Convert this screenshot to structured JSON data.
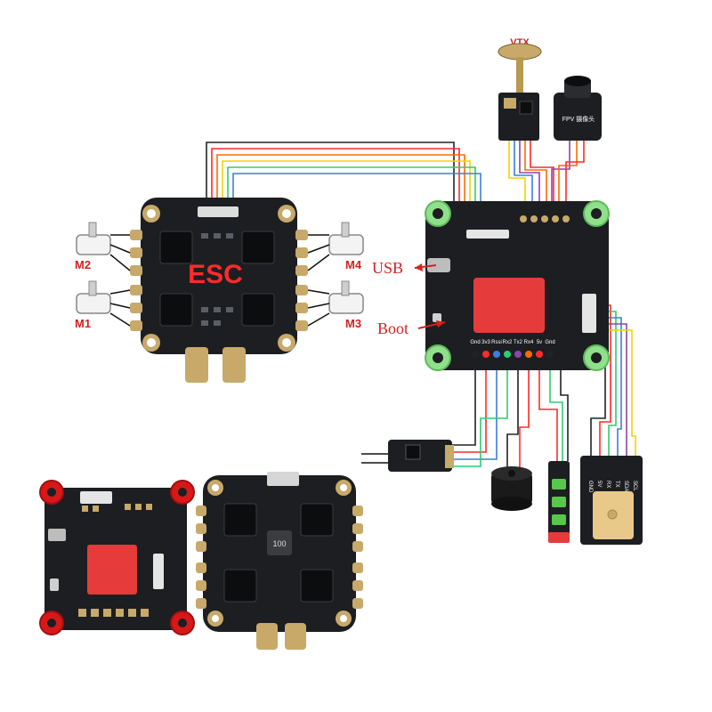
{
  "labels": {
    "vtx": "VTX",
    "fpv": "FPV 摄像头",
    "esc": "ESC",
    "usb": "USB",
    "boot": "Boot",
    "m1": "M1",
    "m2": "M2",
    "m3": "M3",
    "m4": "M4",
    "gps_pins": [
      "GND",
      "5V",
      "RX",
      "TX",
      "SDA",
      "SCL"
    ],
    "fc_bottom_pins": [
      "Gnd",
      "3v3",
      "Rssi",
      "Rx2",
      "Tx2",
      "Rx4",
      "5v",
      "Gnd"
    ],
    "esc_chip": "100"
  },
  "colors": {
    "board": "#1c1e22",
    "pad": "#c8a96a",
    "fc_red": "#e63b3b",
    "label_red": "#d62020",
    "esc_red": "#ff2a2a",
    "led_green": "#58c84a",
    "mount_green": "#8fe08a",
    "grommet_red": "#d81818"
  },
  "wire_colors": [
    "#f0d400",
    "#ff6a00",
    "#ff2a2a",
    "#8e44ad",
    "#3c7de0",
    "#2ecc71",
    "#7a3e12",
    "#222222"
  ]
}
